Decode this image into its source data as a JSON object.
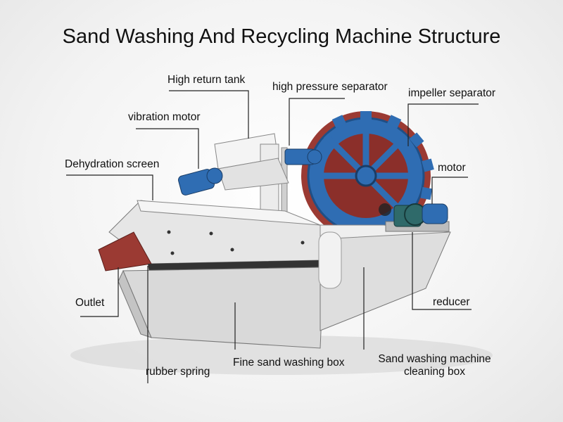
{
  "title": "Sand Washing And Recycling Machine Structure",
  "labels": {
    "high_return_tank": "High return tank",
    "high_pressure_separator": "high pressure separator",
    "impeller_separator": "impeller separator",
    "vibration_motor": "vibration motor",
    "dehydration_screen": "Dehydration screen",
    "motor": "motor",
    "outlet": "Outlet",
    "reducer": "reducer",
    "rubber_spring": "rubber spring",
    "fine_sand_washing_box": "Fine sand washing box",
    "cleaning_box_line1": "Sand washing machine",
    "cleaning_box_line2": "cleaning box"
  },
  "colors": {
    "body_gray": "#dcdcdc",
    "wheel_blue": "#2f6db3",
    "rust_red": "#9b3a33",
    "motor_teal": "#2f6a6a",
    "line": "#222222"
  }
}
